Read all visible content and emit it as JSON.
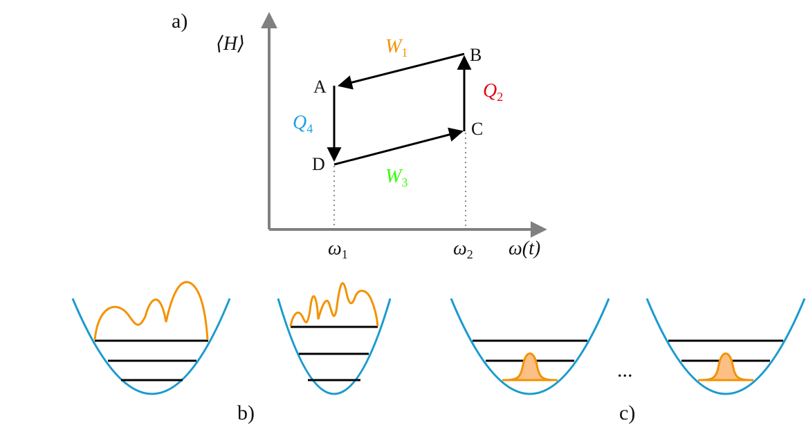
{
  "panel_labels": {
    "a": "a)",
    "b": "b)",
    "c": "c)"
  },
  "axes": {
    "y_label": "⟨H⟩",
    "x_label": "ω(t)",
    "x_ticks": [
      {
        "base": "ω",
        "sub": "1"
      },
      {
        "base": "ω",
        "sub": "2"
      }
    ],
    "axis_color": "#808080"
  },
  "cycle": {
    "points": {
      "A": "A",
      "B": "B",
      "C": "C",
      "D": "D"
    },
    "edges": {
      "W1": {
        "base": "W",
        "sub": "1",
        "color": "#f39200"
      },
      "Q2": {
        "base": "Q",
        "sub": "2",
        "color": "#e30613"
      },
      "W3": {
        "base": "W",
        "sub": "3",
        "color": "#33ff00"
      },
      "Q4": {
        "base": "Q",
        "sub": "4",
        "color": "#1ba1e2"
      }
    }
  },
  "wells": {
    "well_color": "#1a9bcf",
    "level_color": "#000000",
    "wavefunction_color": "#f39200",
    "wavepacket_fill": "#fcbf86",
    "ellipsis": "..."
  }
}
